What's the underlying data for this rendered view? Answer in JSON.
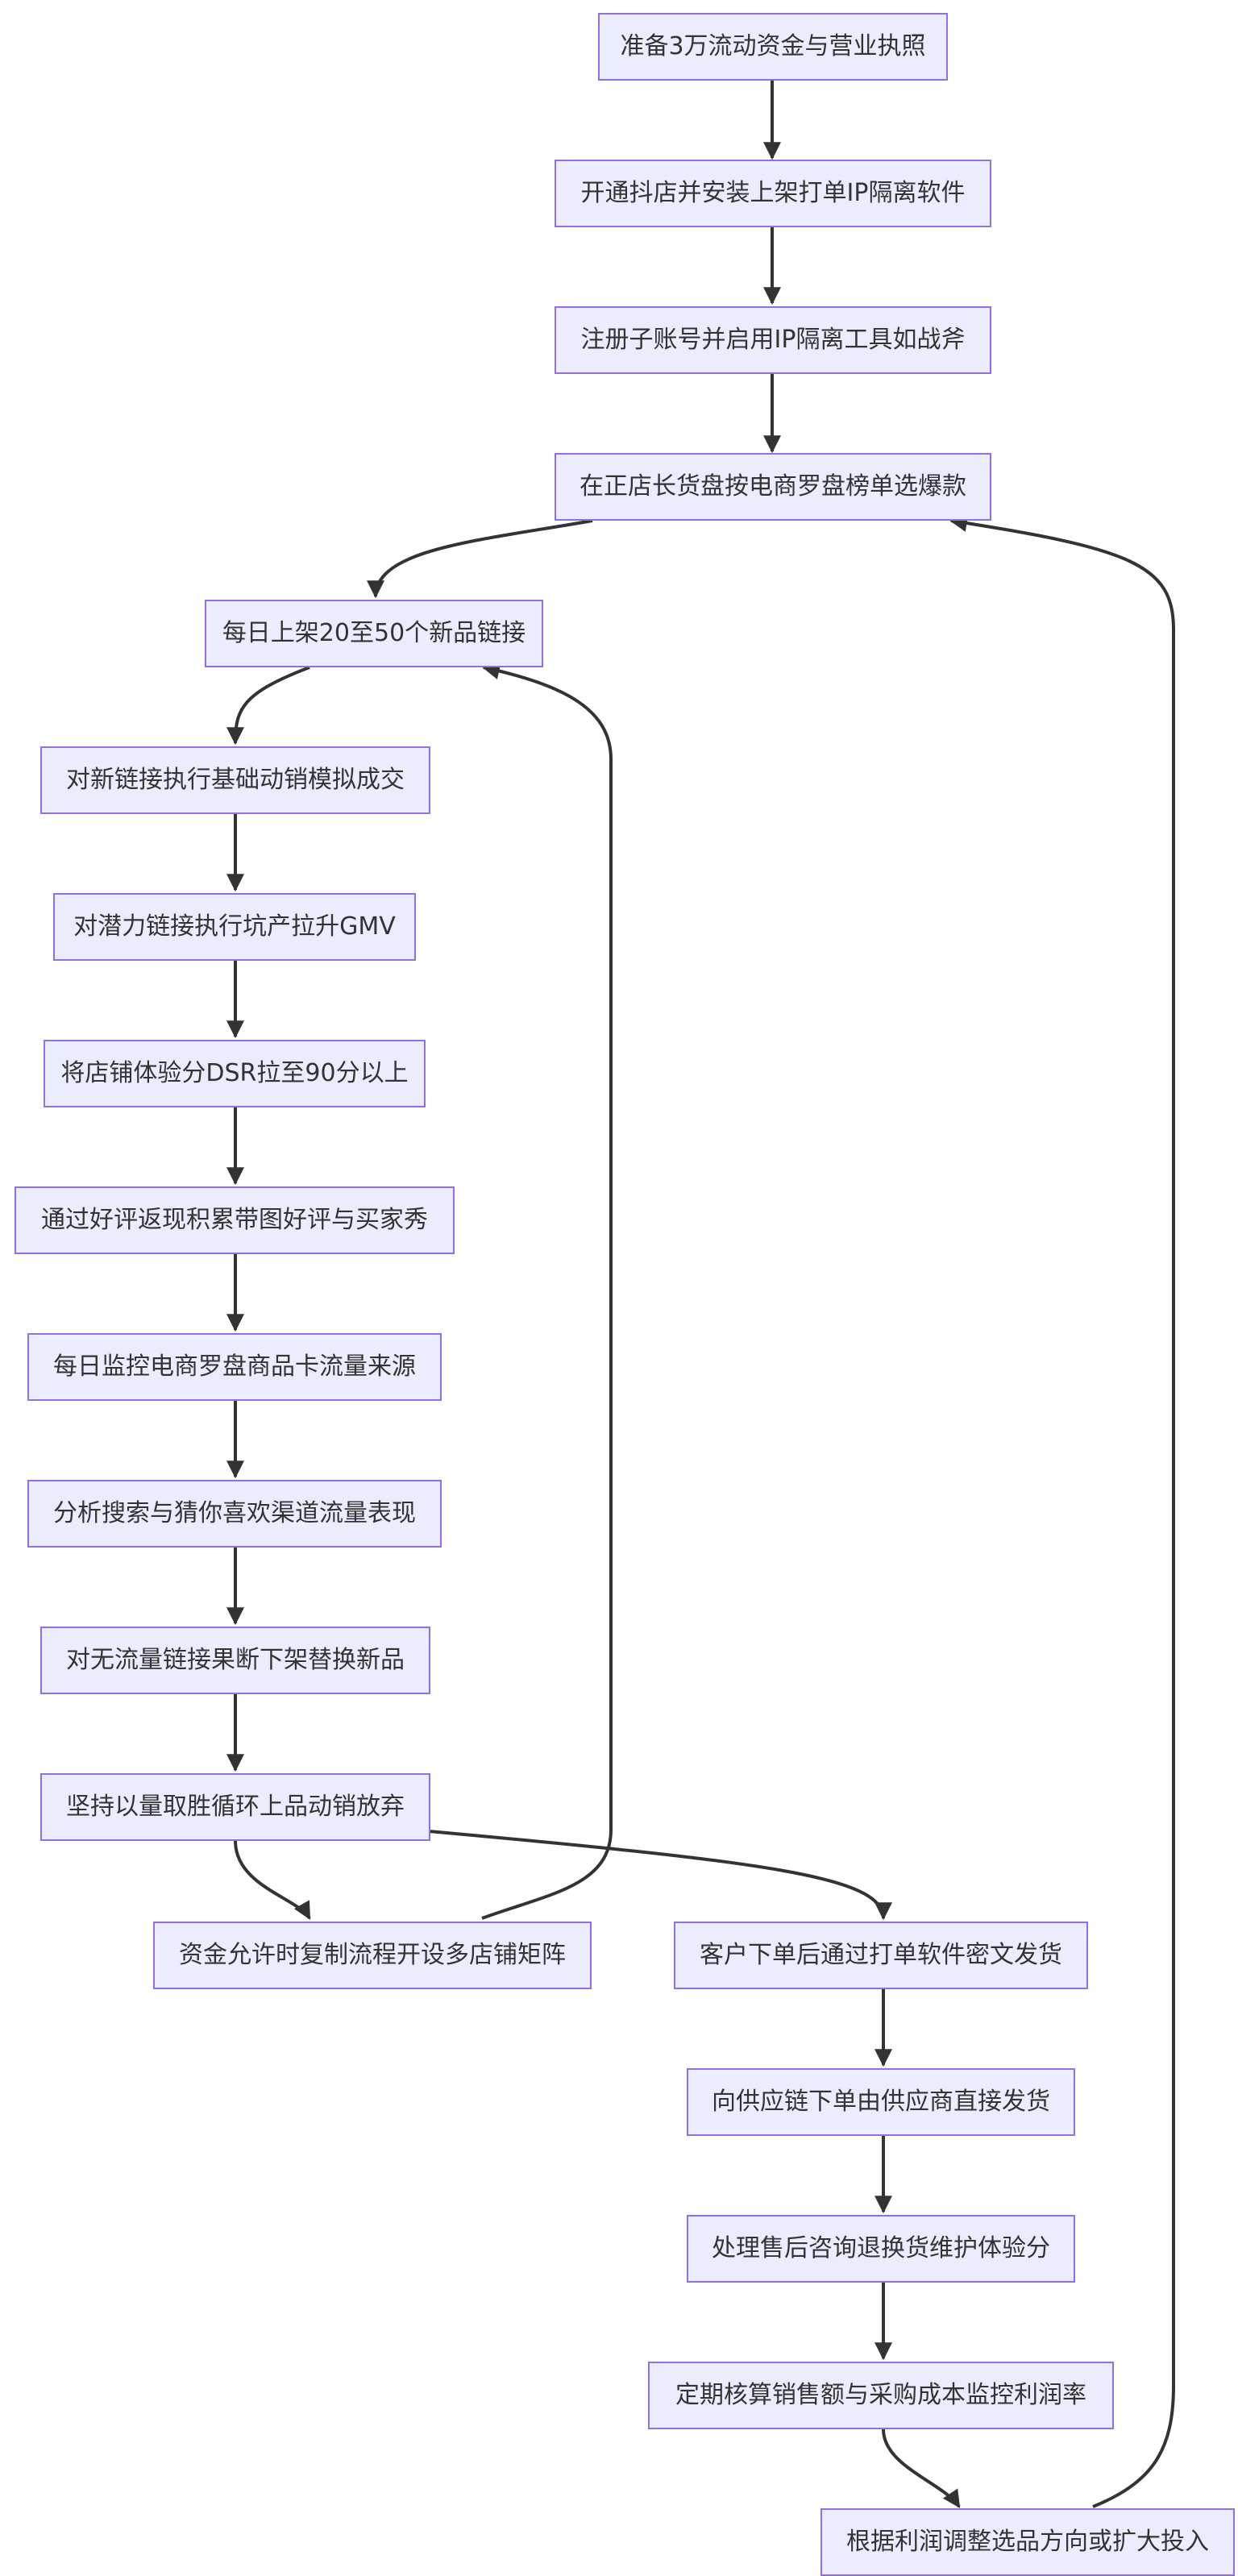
{
  "diagram": {
    "colors": {
      "node_fill": "#ececff",
      "node_border": "#9370db",
      "edge": "#333333",
      "text": "#333333"
    },
    "nodes": [
      {
        "id": "n1",
        "label": "准备3万流动资金与营业执照"
      },
      {
        "id": "n2",
        "label": "开通抖店并安装上架打单IP隔离软件"
      },
      {
        "id": "n3",
        "label": "注册子账号并启用IP隔离工具如战斧"
      },
      {
        "id": "n4",
        "label": "在正店长货盘按电商罗盘榜单选爆款"
      },
      {
        "id": "n5",
        "label": "每日上架20至50个新品链接"
      },
      {
        "id": "n6",
        "label": "对新链接执行基础动销模拟成交"
      },
      {
        "id": "n7",
        "label": "对潜力链接执行坑产拉升GMV"
      },
      {
        "id": "n8",
        "label": "将店铺体验分DSR拉至90分以上"
      },
      {
        "id": "n9",
        "label": "通过好评返现积累带图好评与买家秀"
      },
      {
        "id": "n10",
        "label": "每日监控电商罗盘商品卡流量来源"
      },
      {
        "id": "n11",
        "label": "分析搜索与猜你喜欢渠道流量表现"
      },
      {
        "id": "n12",
        "label": "对无流量链接果断下架替换新品"
      },
      {
        "id": "n13",
        "label": "坚持以量取胜循环上品动销放弃"
      },
      {
        "id": "n14",
        "label": "资金允许时复制流程开设多店铺矩阵"
      },
      {
        "id": "n15",
        "label": "客户下单后通过打单软件密文发货"
      },
      {
        "id": "n16",
        "label": "向供应链下单由供应商直接发货"
      },
      {
        "id": "n17",
        "label": "处理售后咨询退换货维护体验分"
      },
      {
        "id": "n18",
        "label": "定期核算销售额与采购成本监控利润率"
      },
      {
        "id": "n19",
        "label": "根据利润调整选品方向或扩大投入"
      }
    ],
    "edges": [
      {
        "from": "n1",
        "to": "n2"
      },
      {
        "from": "n2",
        "to": "n3"
      },
      {
        "from": "n3",
        "to": "n4"
      },
      {
        "from": "n4",
        "to": "n5"
      },
      {
        "from": "n5",
        "to": "n6"
      },
      {
        "from": "n6",
        "to": "n7"
      },
      {
        "from": "n7",
        "to": "n8"
      },
      {
        "from": "n8",
        "to": "n9"
      },
      {
        "from": "n9",
        "to": "n10"
      },
      {
        "from": "n10",
        "to": "n11"
      },
      {
        "from": "n11",
        "to": "n12"
      },
      {
        "from": "n12",
        "to": "n13"
      },
      {
        "from": "n13",
        "to": "n14"
      },
      {
        "from": "n13",
        "to": "n15"
      },
      {
        "from": "n14",
        "to": "n5"
      },
      {
        "from": "n15",
        "to": "n16"
      },
      {
        "from": "n16",
        "to": "n17"
      },
      {
        "from": "n17",
        "to": "n18"
      },
      {
        "from": "n18",
        "to": "n19"
      },
      {
        "from": "n19",
        "to": "n4"
      }
    ]
  }
}
